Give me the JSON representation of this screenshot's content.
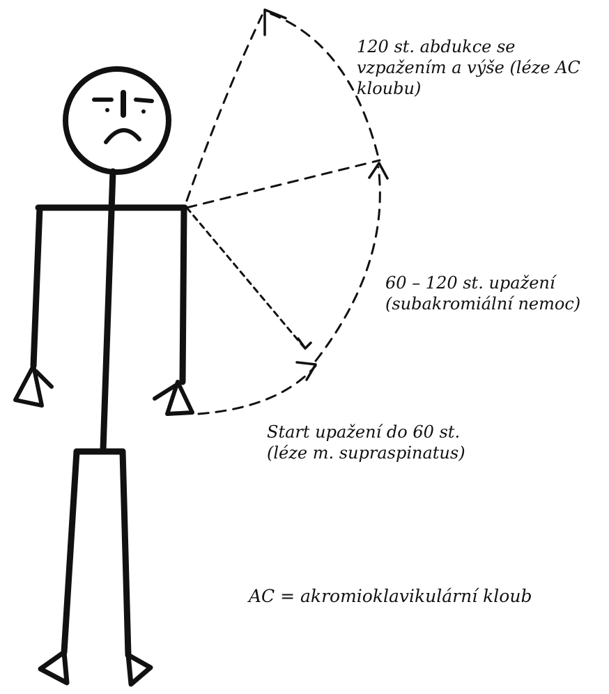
{
  "annotations": {
    "abduction_120": {
      "line1": "120 st. abdukce se",
      "line2": "vzpažením a výše (léze AC",
      "line3": "kloubu)"
    },
    "abduction_60_120": {
      "line1": "60 – 120 st. upažení",
      "line2": "(subakromiální nemoc)"
    },
    "abduction_start": {
      "line1": "Start upažení do 60 st.",
      "line2": "(léze m. supraspinatus)"
    }
  },
  "legend": "AC = akromioklavikulární kloub",
  "colors": {
    "ink": "#111111",
    "background": "#ffffff"
  }
}
